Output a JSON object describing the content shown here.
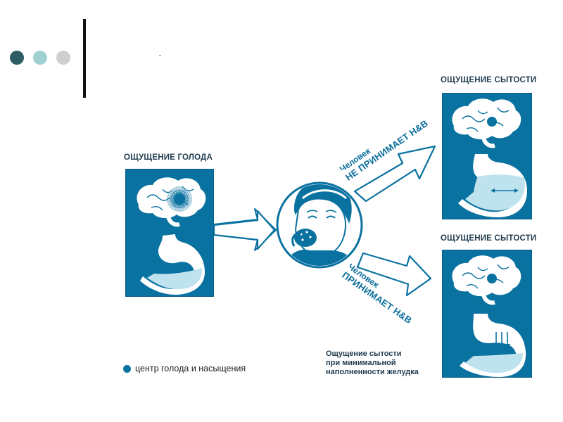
{
  "colors": {
    "dot_dark": "#2e5e63",
    "dot_mid": "#9fd1d3",
    "dot_light": "#cfcfcf",
    "panel_blue": "#0a72a0",
    "arrow_blue": "#0a72a0",
    "text_dark": "#1f3b4f"
  },
  "hunger_panel": {
    "title": "ОЩУЩЕНИЕ ГОЛОДА",
    "icons": [
      "brain-icon",
      "stomach-icon"
    ]
  },
  "satiety_top": {
    "title": "ОЩУЩЕНИЕ СЫТОСТИ",
    "icons": [
      "brain-icon",
      "stomach-icon"
    ]
  },
  "satiety_bottom": {
    "title": "ОЩУЩЕНИЕ СЫТОСТИ",
    "icons": [
      "brain-icon",
      "stomach-icon"
    ]
  },
  "upper_path": {
    "line1": "Человек",
    "line2": "НЕ ПРИНИМАЕТ Н&В"
  },
  "lower_path": {
    "line1": "Человек",
    "line2": "ПРИНИМАЕТ Н&В"
  },
  "note": "Ощущение сытости\nпри минимальной\nнаполненности желудка",
  "legend": {
    "label": "центр голода и насыщения"
  }
}
